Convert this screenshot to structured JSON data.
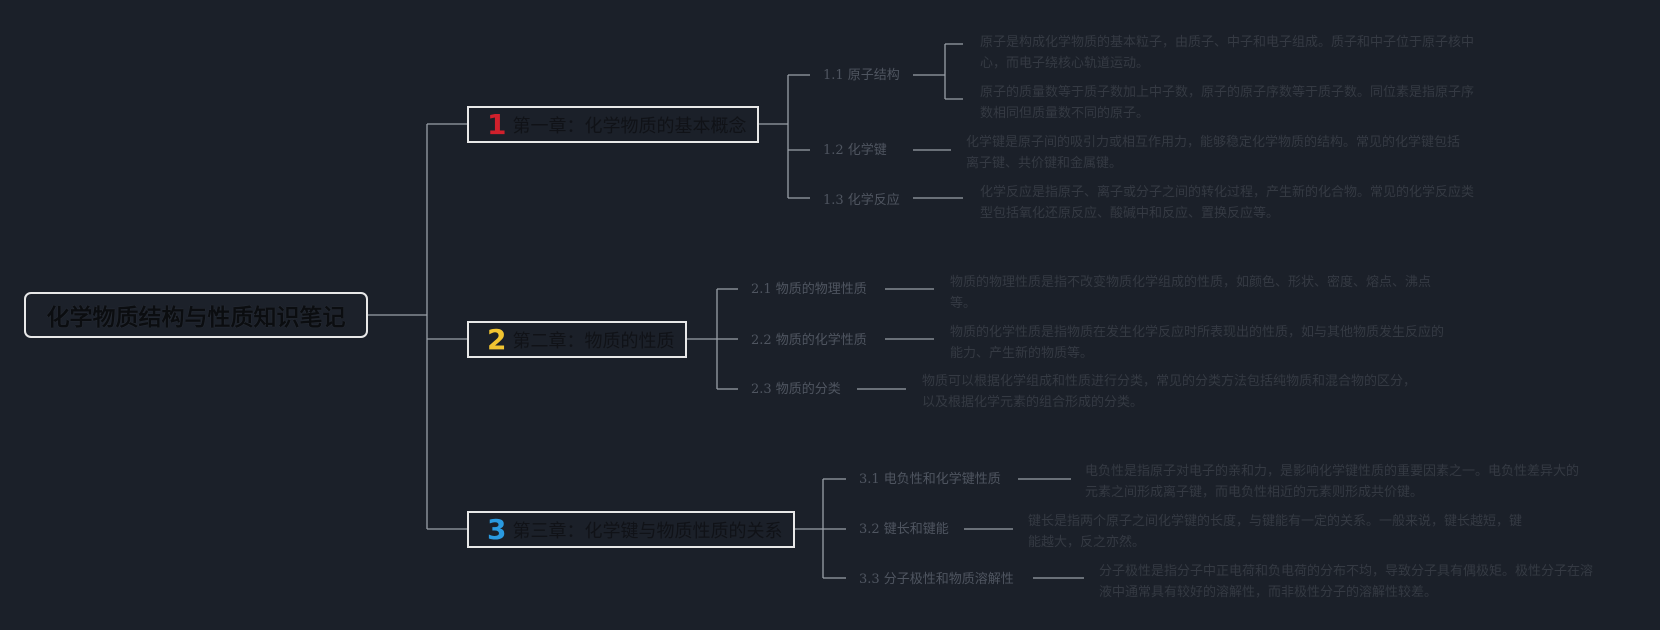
{
  "root": {
    "title": "化学物质结构与性质知识笔记"
  },
  "colors": {
    "background": "#1b2029",
    "lines": "#9aa0a8",
    "ch1": "#d0202c",
    "ch2": "#f2c431",
    "ch3": "#2a9ae0"
  },
  "chapters": [
    {
      "num": "1",
      "label": "第一章：化学物质的基本概念",
      "subs": [
        {
          "label": "1.1 原子结构",
          "descs": [
            "原子是构成化学物质的基本粒子，由质子、中子和电子组成。质子和中子位于原子核中心，而电子绕核心轨道运动。",
            "原子的质量数等于质子数加上中子数，原子的原子序数等于质子数。同位素是指原子序数相同但质量数不同的原子。"
          ]
        },
        {
          "label": "1.2 化学键",
          "descs": [
            "化学键是原子间的吸引力或相互作用力，能够稳定化学物质的结构。常见的化学键包括离子键、共价键和金属键。"
          ]
        },
        {
          "label": "1.3 化学反应",
          "descs": [
            "化学反应是指原子、离子或分子之间的转化过程，产生新的化合物。常见的化学反应类型包括氧化还原反应、酸碱中和反应、置换反应等。"
          ]
        }
      ]
    },
    {
      "num": "2",
      "label": "第二章：物质的性质",
      "subs": [
        {
          "label": "2.1 物质的物理性质",
          "descs": [
            "物质的物理性质是指不改变物质化学组成的性质，如颜色、形状、密度、熔点、沸点等。"
          ]
        },
        {
          "label": "2.2 物质的化学性质",
          "descs": [
            "物质的化学性质是指物质在发生化学反应时所表现出的性质，如与其他物质发生反应的能力、产生新的物质等。"
          ]
        },
        {
          "label": "2.3 物质的分类",
          "descs": [
            "物质可以根据化学组成和性质进行分类，常见的分类方法包括纯物质和混合物的区分，以及根据化学元素的组合形成的分类。"
          ]
        }
      ]
    },
    {
      "num": "3",
      "label": "第三章：化学键与物质性质的关系",
      "subs": [
        {
          "label": "3.1 电负性和化学键性质",
          "descs": [
            "电负性是指原子对电子的亲和力，是影响化学键性质的重要因素之一。电负性差异大的元素之间形成离子键，而电负性相近的元素则形成共价键。"
          ]
        },
        {
          "label": "3.2 键长和键能",
          "descs": [
            "键长是指两个原子之间化学键的长度，与键能有一定的关系。一般来说，键长越短，键能越大，反之亦然。"
          ]
        },
        {
          "label": "3.3 分子极性和物质溶解性",
          "descs": [
            "分子极性是指分子中正电荷和负电荷的分布不均，导致分子具有偶极矩。极性分子在溶液中通常具有较好的溶解性，而非极性分子的溶解性较差。"
          ]
        }
      ]
    }
  ]
}
